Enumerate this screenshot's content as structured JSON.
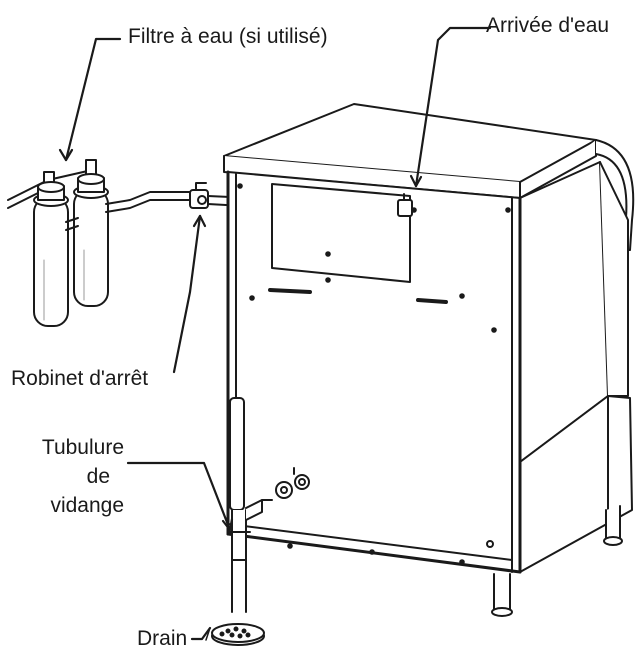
{
  "labels": {
    "water_filter": "Filtre à eau (si utilisé)",
    "water_inlet": "Arrivée d'eau",
    "shutoff_valve": "Robinet d'arrêt",
    "drain_tube_line1": "Tubulure",
    "drain_tube_line2": "de",
    "drain_tube_line3": "vidange",
    "drain": "Drain"
  }
}
